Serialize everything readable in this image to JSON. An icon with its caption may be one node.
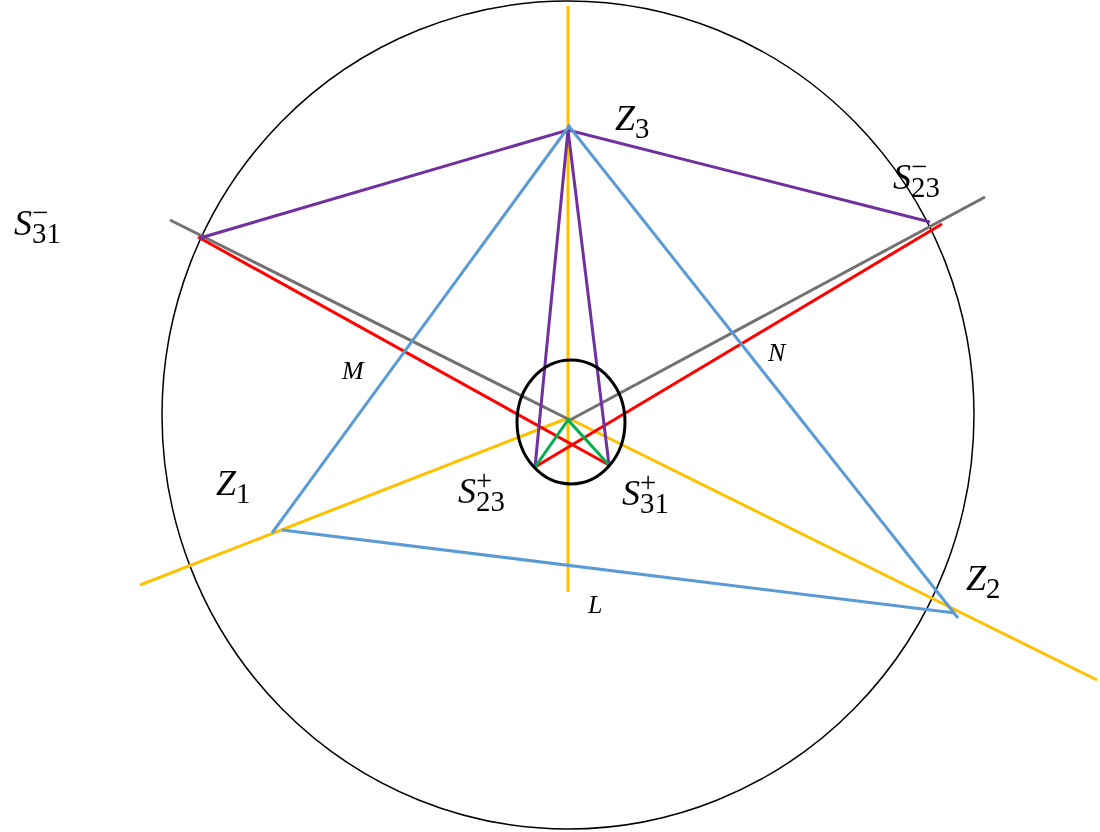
{
  "diagram": {
    "labels": [
      "*Z*$_{3}$",
      "*S*$^{−}$$_{23}$",
      "*S*$^{−}$$_{31}$",
      "*M*",
      "*N*",
      "*Z*$_{1}$",
      "*S*$^{+}$$_{23}$",
      "*S*$^{+}$$_{31}$",
      "*Z*$_{2}$",
      "*L*"
    ]
  }
}
